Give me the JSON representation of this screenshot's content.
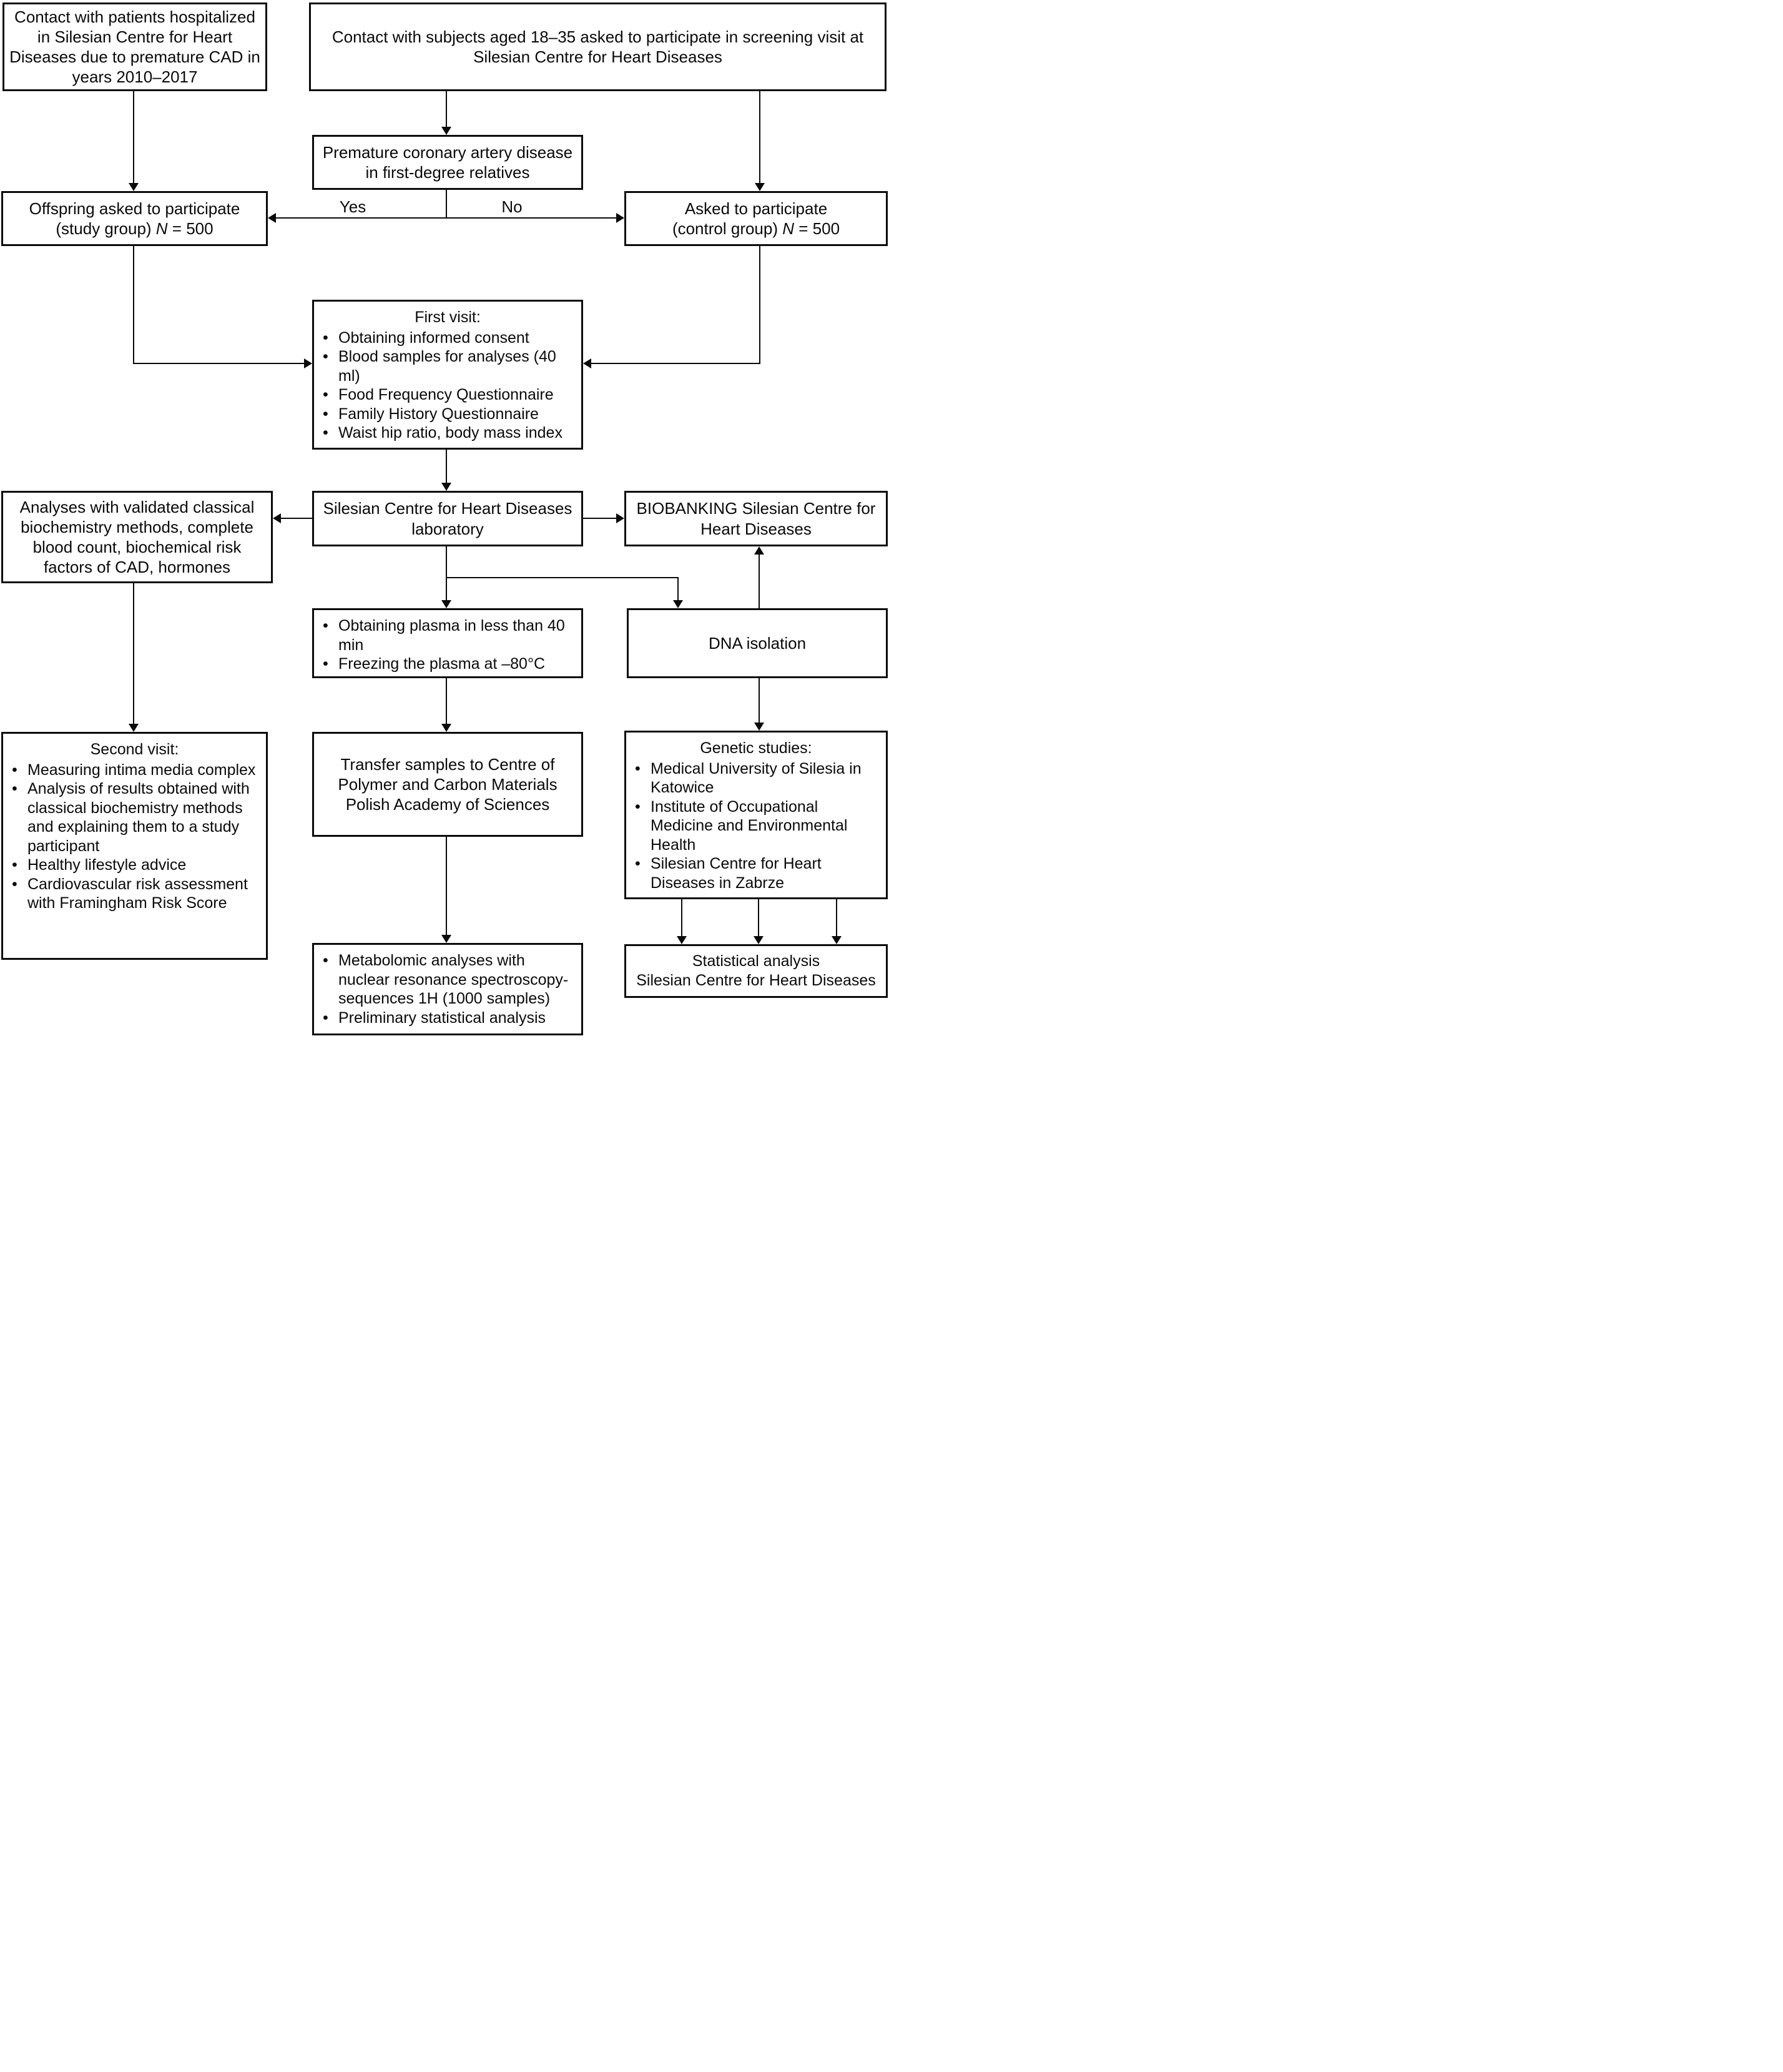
{
  "figure": {
    "glyphs": {
      "bullet": "•"
    },
    "decision_labels": {
      "yes": "Yes",
      "no": "No"
    },
    "boxes": {
      "contact_patients": {
        "text": "Contact with patients hospitalized in Silesian Centre for Heart Diseases due to premature CAD in years 2010–2017"
      },
      "contact_subjects": {
        "text": "Contact with subjects aged 18–35 asked to participate in screening visit at Silesian Centre for Heart Diseases"
      },
      "premature_cad": {
        "text": "Premature coronary artery disease in first-degree relatives"
      },
      "offspring_group": {
        "line1": "Offspring asked to participate",
        "pre_n": "(study group) ",
        "n_symbol": "N",
        "post_n": " = 500"
      },
      "control_group": {
        "line1": "Asked to participate",
        "pre_n": "(control group) ",
        "n_symbol": "N",
        "post_n": " = 500"
      },
      "first_visit": {
        "title": "First visit:",
        "bullets": [
          "Obtaining informed consent",
          "Blood samples for analyses (40 ml)",
          "Food Frequency Questionnaire",
          "Family History Questionnaire",
          "Waist hip ratio, body mass index"
        ]
      },
      "classical_analyses": {
        "text": "Analyses with validated classical biochemistry methods, complete blood count, biochemical risk factors of CAD, hormones"
      },
      "schd_laboratory": {
        "text": "Silesian Centre for Heart Diseases laboratory"
      },
      "biobanking": {
        "text": "BIOBANKING Silesian Centre for Heart Diseases"
      },
      "plasma": {
        "bullets": [
          "Obtaining plasma in less than 40 min",
          "Freezing the plasma at –80°C"
        ]
      },
      "dna_isolation": {
        "text": "DNA isolation"
      },
      "second_visit": {
        "title": "Second visit:",
        "bullets": [
          "Measuring intima media complex",
          "Analysis of results obtained with classical biochemistry methods and explaining them to a study participant",
          "Healthy lifestyle advice",
          "Cardiovascular risk assessment with Framingham Risk Score"
        ]
      },
      "transfer_samples": {
        "text": "Transfer samples to Centre of Polymer and Carbon Materials Polish Academy of Sciences"
      },
      "genetic_studies": {
        "title": "Genetic studies:",
        "bullets": [
          "Medical University of Silesia in Katowice",
          "Institute of Occupational Medicine and Environmental Health",
          "Silesian Centre for Heart Diseases in Zabrze"
        ]
      },
      "metabolomic": {
        "bullets": [
          "Metabolomic analyses with nuclear resonance spectroscopy-sequences 1H (1000 samples)",
          "Preliminary statistical analysis"
        ]
      },
      "statistical_analysis": {
        "line1": "Statistical analysis",
        "line2": "Silesian Centre for Heart Diseases"
      }
    }
  }
}
